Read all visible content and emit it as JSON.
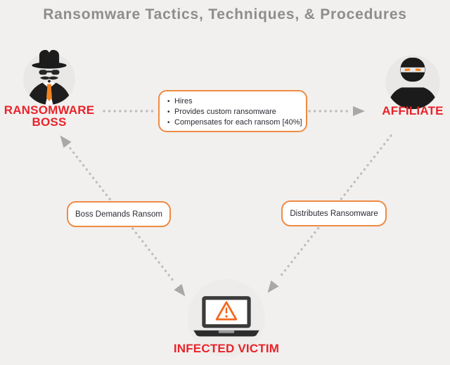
{
  "title": "Ransomware Tactics, Techniques, & Procedures",
  "colors": {
    "background": "#f1f0ee",
    "title_text": "#8e8d8c",
    "entity_label_red": "#e8232b",
    "callout_border_orange": "#ef8b43",
    "callout_text": "#2b2b33",
    "connector_dots_gray": "#bebdbb",
    "arrowhead_gray": "#a9a8a6",
    "icon_dark": "#1e1e1e",
    "accent_orange": "#f5831f",
    "warning_orange": "#f2691f"
  },
  "entities": {
    "boss": {
      "label": "RANSOMWARE\nBOSS",
      "icon": "spy-boss-icon"
    },
    "affiliate": {
      "label": "AFFILIATE",
      "icon": "masked-hacker-icon"
    },
    "victim": {
      "label": "INFECTED VICTIM",
      "icon": "infected-laptop-icon"
    }
  },
  "relations": {
    "boss_to_affiliate": {
      "items": [
        "Hires",
        "Provides custom ransomware",
        "Compensates for each ransom [40%]"
      ]
    },
    "boss_to_victim": {
      "label": "Boss Demands Ransom"
    },
    "affiliate_to_victim": {
      "label": "Distributes Ransomware"
    }
  }
}
